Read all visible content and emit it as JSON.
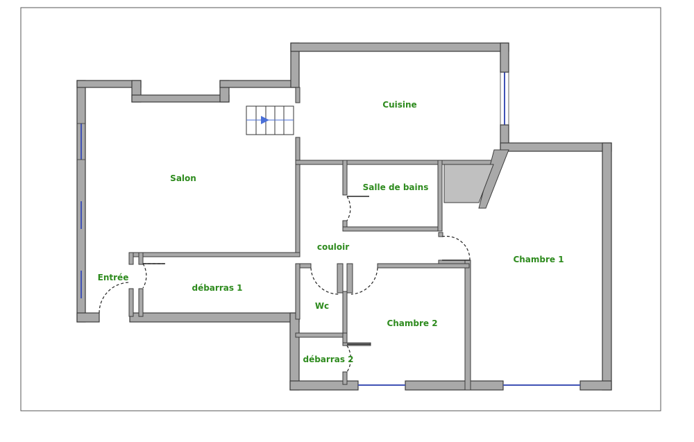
{
  "floor_plan": {
    "rooms": {
      "salon": "Salon",
      "cuisine": "Cuisine",
      "salle_de_bains": "Salle de bains",
      "couloir": "couloir",
      "chambre_1": "Chambre 1",
      "entree": "Entrée",
      "debarras_1": "débarras 1",
      "wc": "Wc",
      "chambre_2": "Chambre 2",
      "debarras_2": "débarras 2"
    },
    "colors": {
      "wall": "#a9a9a9",
      "wall_outline": "#3a3a3a",
      "label": "#2e8b1e",
      "window": "#3f51b5",
      "stair_arrow": "#4a6fd8",
      "shaft_fill": "#c0c0c0"
    },
    "icons": {
      "stairs": "staircase-icon"
    }
  }
}
